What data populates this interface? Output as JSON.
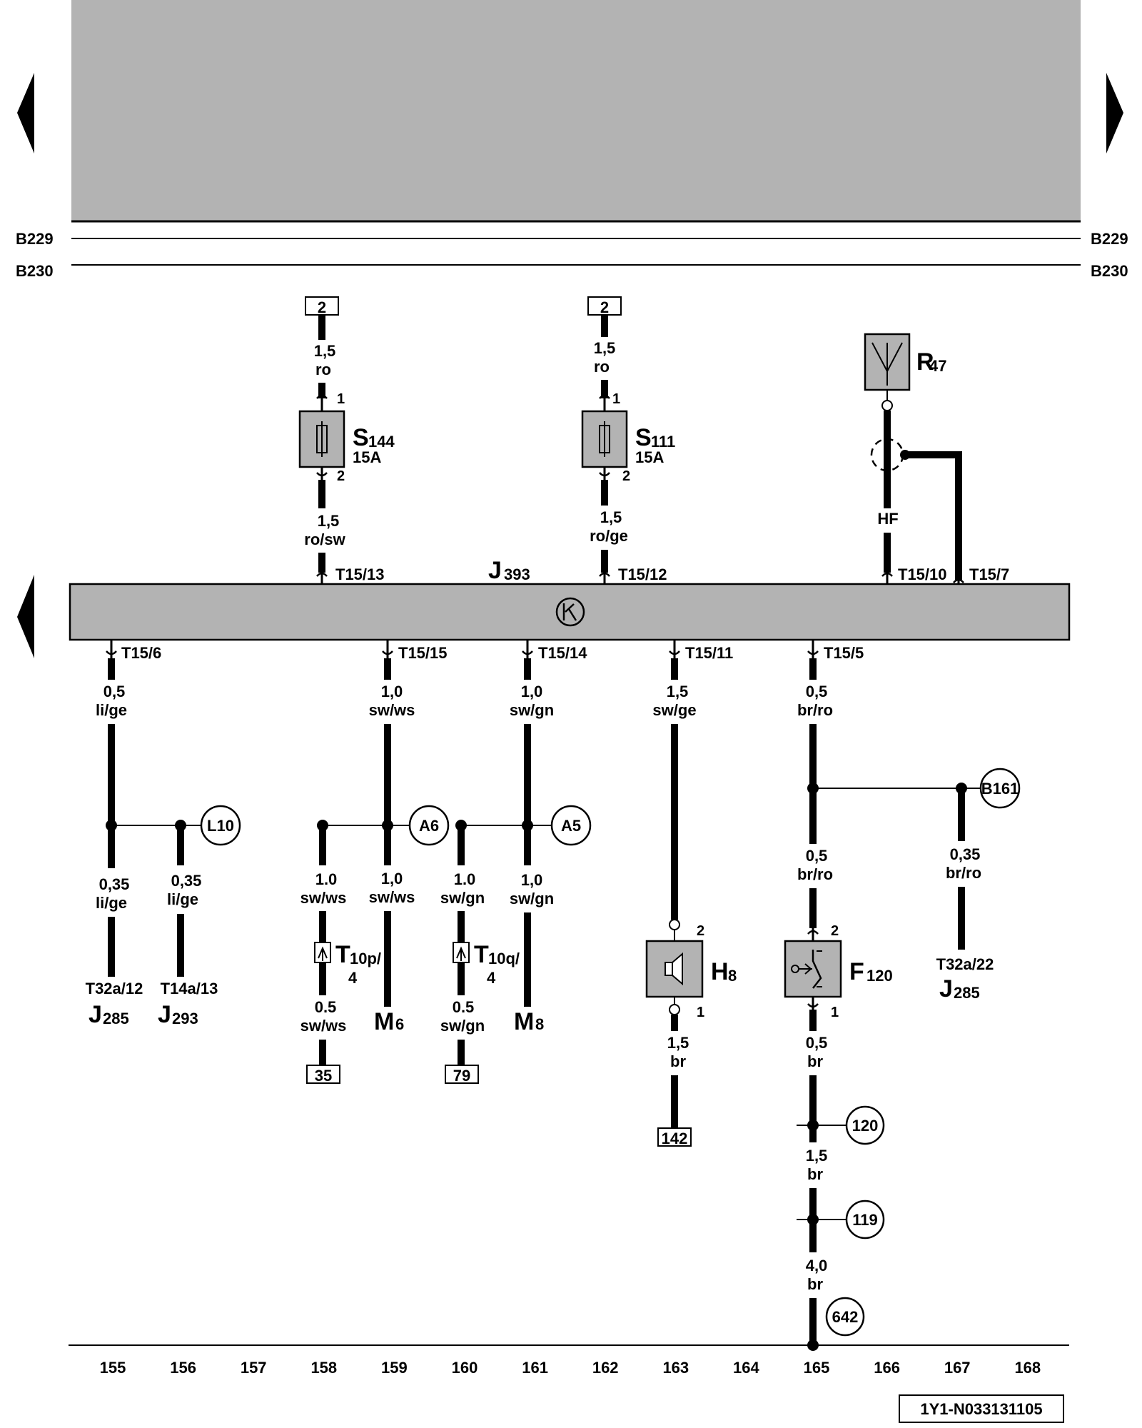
{
  "rails": {
    "b229": "B229",
    "b230": "B230"
  },
  "control_unit": {
    "name": "J",
    "sub": "393"
  },
  "pins_top": {
    "s144": "T15/13",
    "s111": "T15/12",
    "r47_hf": "T15/10",
    "r47_shield": "T15/7"
  },
  "pins_bottom": {
    "c155": "T15/6",
    "c159": "T15/15",
    "c161": "T15/14",
    "c163": "T15/11",
    "c165": "T15/5"
  },
  "fuses": [
    {
      "ref": "2",
      "size": "1,5",
      "color": "ro",
      "pin_in": "1",
      "name": "S",
      "sub": "144",
      "rating": "15A",
      "pin_out": "2",
      "out_size": "1,5",
      "out_color": "ro/sw"
    },
    {
      "ref": "2",
      "size": "1,5",
      "color": "ro",
      "pin_in": "1",
      "name": "S",
      "sub": "111",
      "rating": "15A",
      "pin_out": "2",
      "out_size": "1,5",
      "out_color": "ro/ge"
    }
  ],
  "antenna": {
    "name": "R",
    "sub": "47",
    "wire": "HF"
  },
  "wires": {
    "c155": {
      "size": "0,5",
      "color": "li/ge"
    },
    "c155b": {
      "size": "0,35",
      "color": "li/ge"
    },
    "c156": {
      "size": "0,35",
      "color": "li/ge"
    },
    "c158": {
      "size": "1.0",
      "color": "sw/ws"
    },
    "c158b": {
      "size": "0.5",
      "color": "sw/ws"
    },
    "c159": {
      "size": "1,0",
      "color": "sw/ws"
    },
    "c159b": {
      "size": "1,0",
      "color": "sw/ws"
    },
    "c160": {
      "size": "1.0",
      "color": "sw/gn"
    },
    "c160b": {
      "size": "0.5",
      "color": "sw/gn"
    },
    "c161": {
      "size": "1,0",
      "color": "sw/gn"
    },
    "c161b": {
      "size": "1,0",
      "color": "sw/gn"
    },
    "c163": {
      "size": "1,5",
      "color": "sw/ge"
    },
    "c163b": {
      "size": "1,5",
      "color": "br"
    },
    "c165": {
      "size": "0,5",
      "color": "br/ro"
    },
    "c165b": {
      "size": "0,5",
      "color": "br/ro"
    },
    "c165c": {
      "size": "0,5",
      "color": "br"
    },
    "c165d": {
      "size": "1,5",
      "color": "br"
    },
    "c165e": {
      "size": "4,0",
      "color": "br"
    },
    "c167": {
      "size": "0,35",
      "color": "br/ro"
    }
  },
  "connections": {
    "l10": "L10",
    "a6": "A6",
    "a5": "A5",
    "b161": "B161",
    "g120": "120",
    "g119": "119",
    "g642": "642"
  },
  "connectors": {
    "t10p": {
      "name": "T",
      "sub": "10p/",
      "pin": "4"
    },
    "t10q": {
      "name": "T",
      "sub": "10q/",
      "pin": "4"
    }
  },
  "targets": {
    "c155": {
      "pin": "T32a/12",
      "name": "J",
      "sub": "285"
    },
    "c156": {
      "pin": "T14a/13",
      "name": "J",
      "sub": "293"
    },
    "c159": {
      "name": "M",
      "sub": "6"
    },
    "c161": {
      "name": "M",
      "sub": "8"
    },
    "c167": {
      "pin": "T32a/22",
      "name": "J",
      "sub": "285"
    }
  },
  "refs": {
    "c158": "35",
    "c160": "79",
    "c163": "142"
  },
  "horn": {
    "name": "H",
    "sub": "8",
    "pin_top": "2",
    "pin_bottom": "1"
  },
  "switch": {
    "name": "F",
    "sub": "120",
    "pin_top": "2",
    "pin_bottom": "1"
  },
  "columns": [
    "155",
    "156",
    "157",
    "158",
    "159",
    "160",
    "161",
    "162",
    "163",
    "164",
    "165",
    "166",
    "167",
    "168"
  ],
  "doc_id": "1Y1-N033131105"
}
